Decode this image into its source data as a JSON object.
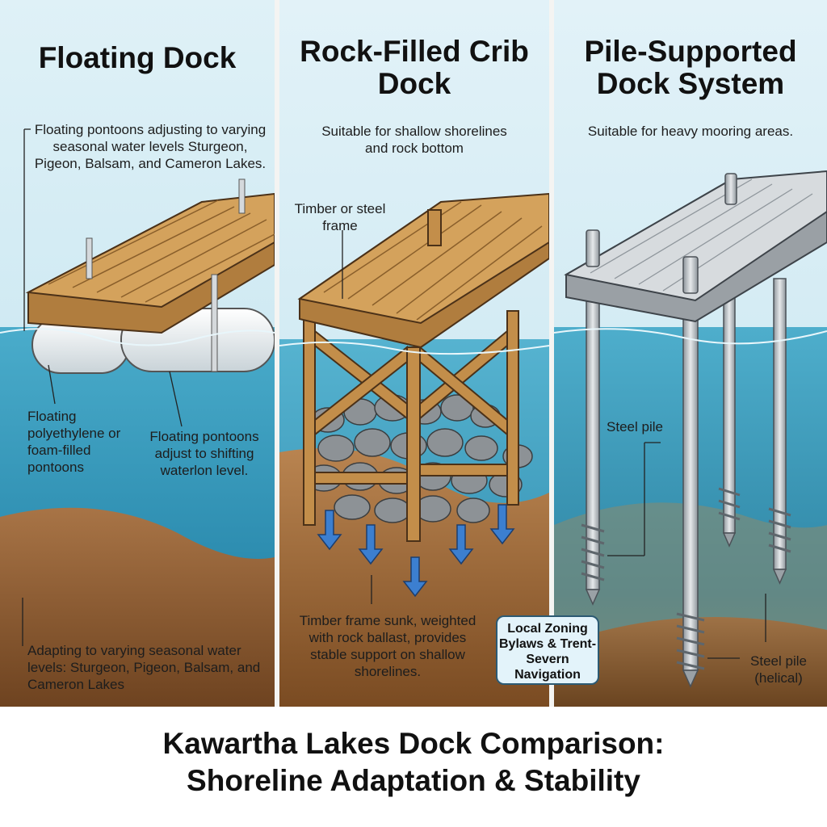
{
  "panels": [
    {
      "title": "Floating Dock",
      "labels": {
        "pontoons_note": "Floating pontoons adjusting to varying seasonal water levels Sturgeon, Pigeon, Balsam, and Cameron Lakes.",
        "pontoon_material": "Floating polyethylene or foam-filled pontoons",
        "pontoon_adjust": "Floating pontoons adjust to shifting waterlon level.",
        "seasonal_note": "Adapting to varying seasonal water levels: Sturgeon, Pigeon, Balsam, and Cameron Lakes"
      }
    },
    {
      "title": "Rock-Filled Crib Dock",
      "labels": {
        "suitability": "Suitable for shallow shorelines and rock bottom",
        "frame": "Timber or steel frame",
        "ballast": "Timber frame sunk, weighted with rock ballast, provides stable support on shallow shorelines."
      }
    },
    {
      "title": "Pile-Supported Dock System",
      "labels": {
        "suitability": "Suitable for heavy mooring areas.",
        "steel_pile": "Steel pile",
        "helical_pile": "Steel pile (helical)"
      }
    }
  ],
  "zoning_badge": "Local Zoning Bylaws & Trent-Severn Navigation",
  "footer": {
    "line1": "Kawartha Lakes Dock Comparison:",
    "line2": "Shoreline Adaptation & Stability"
  },
  "colors": {
    "sky": "#cfe9f3",
    "water": "#2f8fb2",
    "deep_water": "#16607f",
    "sediment": "#8b5a2b",
    "wood": "#c8964f",
    "steel": "#b9bec3",
    "arrow": "#3c7fd0"
  }
}
